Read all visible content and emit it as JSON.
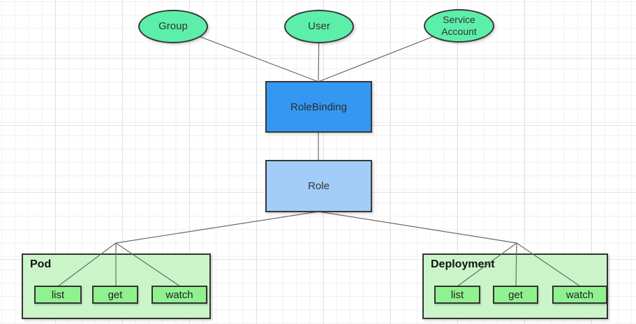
{
  "nodes": {
    "group": {
      "label": "Group"
    },
    "user": {
      "label": "User"
    },
    "service_account": {
      "label": "Service Account"
    },
    "role_binding": {
      "label": "RoleBinding"
    },
    "role": {
      "label": "Role"
    }
  },
  "resources": [
    {
      "title": "Pod",
      "verbs": [
        "list",
        "get",
        "watch"
      ]
    },
    {
      "title": "Deployment",
      "verbs": [
        "list",
        "get",
        "watch"
      ]
    }
  ],
  "colors": {
    "subject_fill": "#5CEFA9",
    "role_binding_fill": "#3498F2",
    "role_fill": "#A2CDF8",
    "resource_container_fill": "#CBF5C9",
    "verb_fill": "#90F28F",
    "node_border": "#383838",
    "edge_line": "#6A6A6A",
    "grid_minor": "#F0F0F0",
    "grid_major": "#E3E3E3"
  }
}
